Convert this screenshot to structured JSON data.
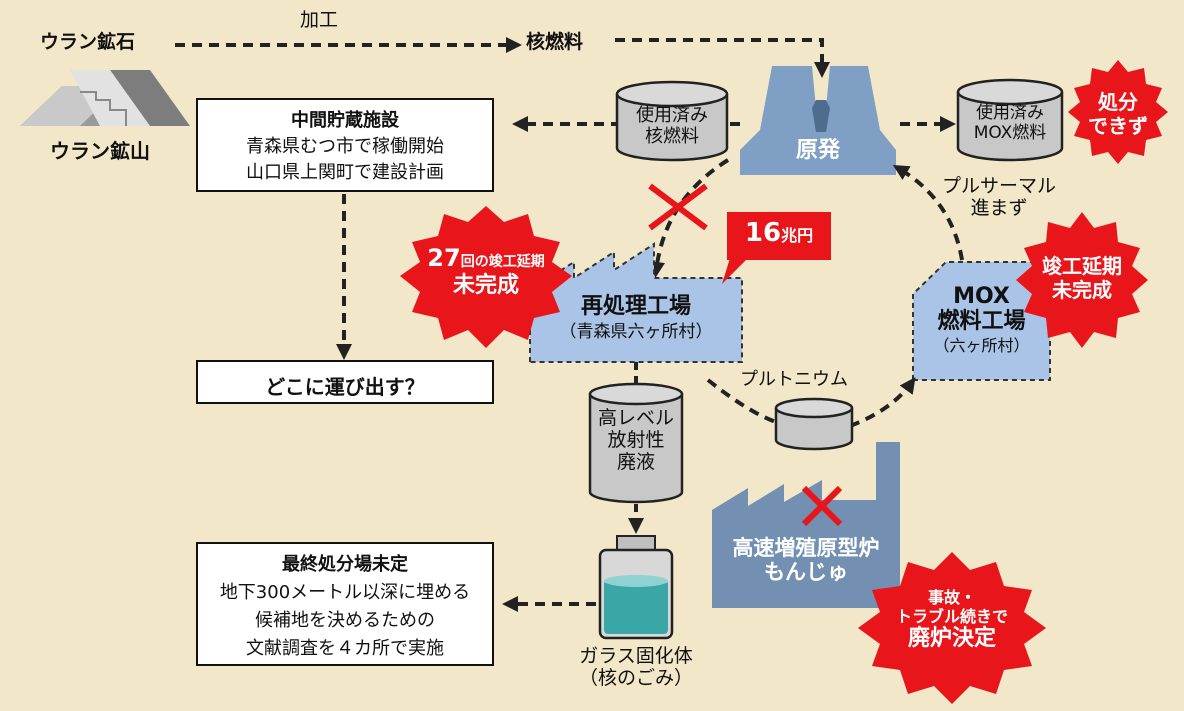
{
  "colors": {
    "background": "#f3e7c9",
    "plant_blue": "#7f9fc4",
    "facility_light_blue": "#a9c4e6",
    "monju_blue": "#7390b3",
    "alert_red": "#e8151b",
    "cask_gray": "#c8c8c8",
    "glass_teal": "#3aa7a6"
  },
  "uranium_ore": "ウラン鉱石",
  "processing": "加工",
  "nuclear_fuel": "核燃料",
  "uranium_mine": "ウラン鉱山",
  "interim_storage": {
    "title": "中間貯蔵施設",
    "line1": "青森県むつ市で稼働開始",
    "line2": "山口県上関町で建設計画"
  },
  "where_to": "どこに運び出す？",
  "final_disposal": {
    "title": "最終処分場未定",
    "line1": "地下300メートル以深に埋める",
    "line2": "候補地を決めるための",
    "line3": "文献調査を４カ所で実施"
  },
  "spent_fuel": {
    "line1": "使用済み",
    "line2": "核燃料"
  },
  "spent_mox": {
    "line1": "使用済み",
    "line2": "MOX燃料"
  },
  "cannot_dispose": {
    "line1": "処分",
    "line2": "できず"
  },
  "nuclear_plant": "原発",
  "pluthermal": {
    "line1": "プルサーマル",
    "line2": "進まず"
  },
  "cost_callout": {
    "number": "16",
    "unit": "兆円"
  },
  "reprocessing_delay": {
    "number": "27",
    "rest": "回の竣工延期",
    "line2": "未完成"
  },
  "reprocessing_plant": {
    "title": "再処理工場",
    "sub": "（青森県六ヶ所村）"
  },
  "mox_delay": {
    "line1": "竣工延期",
    "line2": "未完成"
  },
  "mox_plant": {
    "line1": "MOX",
    "line2": "燃料工場",
    "sub": "（六ヶ所村）"
  },
  "plutonium": "プルトニウム",
  "hlw": {
    "line1": "高レベル",
    "line2": "放射性",
    "line3": "廃液"
  },
  "glass": {
    "line1": "ガラス固化体",
    "line2": "（核のごみ）"
  },
  "monju": {
    "line1": "高速増殖原型炉",
    "line2": "もんじゅ"
  },
  "decommission": {
    "line1": "事故・",
    "line2": "トラブル続きで",
    "line3": "廃炉決定"
  }
}
